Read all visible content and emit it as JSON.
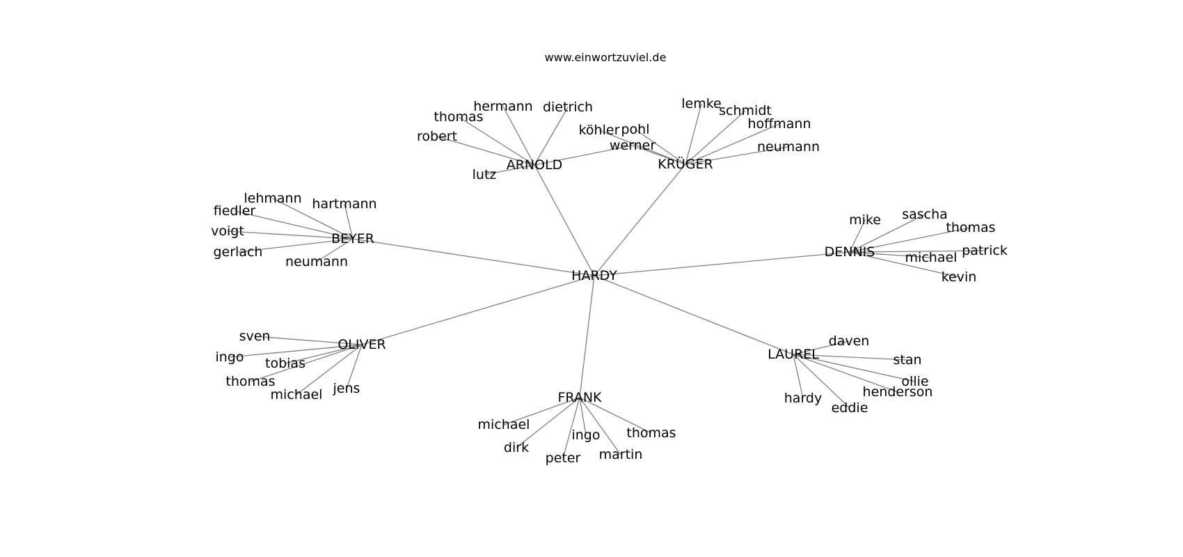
{
  "title": "www.einwortzuviel.de",
  "edge_color": "#808080",
  "text_color": "#000000",
  "nodes": [
    {
      "id": "hardy_c",
      "label": "HARDY"
    },
    {
      "id": "arnold",
      "label": "ARNOLD"
    },
    {
      "id": "kruger",
      "label": "KRÜGER"
    },
    {
      "id": "beyer",
      "label": "BEYER"
    },
    {
      "id": "dennis",
      "label": "DENNIS"
    },
    {
      "id": "oliver",
      "label": "OLIVER"
    },
    {
      "id": "frank",
      "label": "FRANK"
    },
    {
      "id": "laurel",
      "label": "LAUREL"
    },
    {
      "id": "werner",
      "label": "werner"
    },
    {
      "id": "a_hermann",
      "label": "hermann"
    },
    {
      "id": "a_dietrich",
      "label": "dietrich"
    },
    {
      "id": "a_thomas",
      "label": "thomas"
    },
    {
      "id": "a_robert",
      "label": "robert"
    },
    {
      "id": "a_lutz",
      "label": "lutz"
    },
    {
      "id": "k_lemke",
      "label": "lemke"
    },
    {
      "id": "k_schmidt",
      "label": "schmidt"
    },
    {
      "id": "k_hoffmann",
      "label": "hoffmann"
    },
    {
      "id": "k_neumann",
      "label": "neumann"
    },
    {
      "id": "k_kohler",
      "label": "köhler"
    },
    {
      "id": "k_pohl",
      "label": "pohl"
    },
    {
      "id": "b_lehmann",
      "label": "lehmann"
    },
    {
      "id": "b_hartmann",
      "label": "hartmann"
    },
    {
      "id": "b_fiedler",
      "label": "fiedler"
    },
    {
      "id": "b_voigt",
      "label": "voigt"
    },
    {
      "id": "b_gerlach",
      "label": "gerlach"
    },
    {
      "id": "b_neumann",
      "label": "neumann"
    },
    {
      "id": "d_mike",
      "label": "mike"
    },
    {
      "id": "d_sascha",
      "label": "sascha"
    },
    {
      "id": "d_thomas",
      "label": "thomas"
    },
    {
      "id": "d_patrick",
      "label": "patrick"
    },
    {
      "id": "d_michael",
      "label": "michael"
    },
    {
      "id": "d_kevin",
      "label": "kevin"
    },
    {
      "id": "o_sven",
      "label": "sven"
    },
    {
      "id": "o_ingo",
      "label": "ingo"
    },
    {
      "id": "o_tobias",
      "label": "tobias"
    },
    {
      "id": "o_thomas",
      "label": "thomas"
    },
    {
      "id": "o_michael",
      "label": "michael"
    },
    {
      "id": "o_jens",
      "label": "jens"
    },
    {
      "id": "f_michael",
      "label": "michael"
    },
    {
      "id": "f_dirk",
      "label": "dirk"
    },
    {
      "id": "f_peter",
      "label": "peter"
    },
    {
      "id": "f_ingo",
      "label": "ingo"
    },
    {
      "id": "f_martin",
      "label": "martin"
    },
    {
      "id": "f_thomas",
      "label": "thomas"
    },
    {
      "id": "l_daven",
      "label": "daven"
    },
    {
      "id": "l_stan",
      "label": "stan"
    },
    {
      "id": "l_ollie",
      "label": "ollie"
    },
    {
      "id": "l_henderson",
      "label": "henderson"
    },
    {
      "id": "l_eddie",
      "label": "eddie"
    },
    {
      "id": "l_hardy",
      "label": "hardy"
    }
  ],
  "edges": [
    [
      "hardy_c",
      "arnold"
    ],
    [
      "hardy_c",
      "kruger"
    ],
    [
      "hardy_c",
      "beyer"
    ],
    [
      "hardy_c",
      "dennis"
    ],
    [
      "hardy_c",
      "oliver"
    ],
    [
      "hardy_c",
      "frank"
    ],
    [
      "hardy_c",
      "laurel"
    ],
    [
      "arnold",
      "werner"
    ],
    [
      "kruger",
      "werner"
    ],
    [
      "arnold",
      "a_hermann"
    ],
    [
      "arnold",
      "a_dietrich"
    ],
    [
      "arnold",
      "a_thomas"
    ],
    [
      "arnold",
      "a_robert"
    ],
    [
      "arnold",
      "a_lutz"
    ],
    [
      "kruger",
      "k_lemke"
    ],
    [
      "kruger",
      "k_schmidt"
    ],
    [
      "kruger",
      "k_hoffmann"
    ],
    [
      "kruger",
      "k_neumann"
    ],
    [
      "kruger",
      "k_kohler"
    ],
    [
      "kruger",
      "k_pohl"
    ],
    [
      "beyer",
      "b_lehmann"
    ],
    [
      "beyer",
      "b_hartmann"
    ],
    [
      "beyer",
      "b_fiedler"
    ],
    [
      "beyer",
      "b_voigt"
    ],
    [
      "beyer",
      "b_gerlach"
    ],
    [
      "beyer",
      "b_neumann"
    ],
    [
      "dennis",
      "d_mike"
    ],
    [
      "dennis",
      "d_sascha"
    ],
    [
      "dennis",
      "d_thomas"
    ],
    [
      "dennis",
      "d_patrick"
    ],
    [
      "dennis",
      "d_michael"
    ],
    [
      "dennis",
      "d_kevin"
    ],
    [
      "oliver",
      "o_sven"
    ],
    [
      "oliver",
      "o_ingo"
    ],
    [
      "oliver",
      "o_tobias"
    ],
    [
      "oliver",
      "o_thomas"
    ],
    [
      "oliver",
      "o_michael"
    ],
    [
      "oliver",
      "o_jens"
    ],
    [
      "frank",
      "f_michael"
    ],
    [
      "frank",
      "f_dirk"
    ],
    [
      "frank",
      "f_peter"
    ],
    [
      "frank",
      "f_ingo"
    ],
    [
      "frank",
      "f_martin"
    ],
    [
      "frank",
      "f_thomas"
    ],
    [
      "laurel",
      "l_daven"
    ],
    [
      "laurel",
      "l_stan"
    ],
    [
      "laurel",
      "l_ollie"
    ],
    [
      "laurel",
      "l_henderson"
    ],
    [
      "laurel",
      "l_eddie"
    ],
    [
      "laurel",
      "l_hardy"
    ]
  ]
}
